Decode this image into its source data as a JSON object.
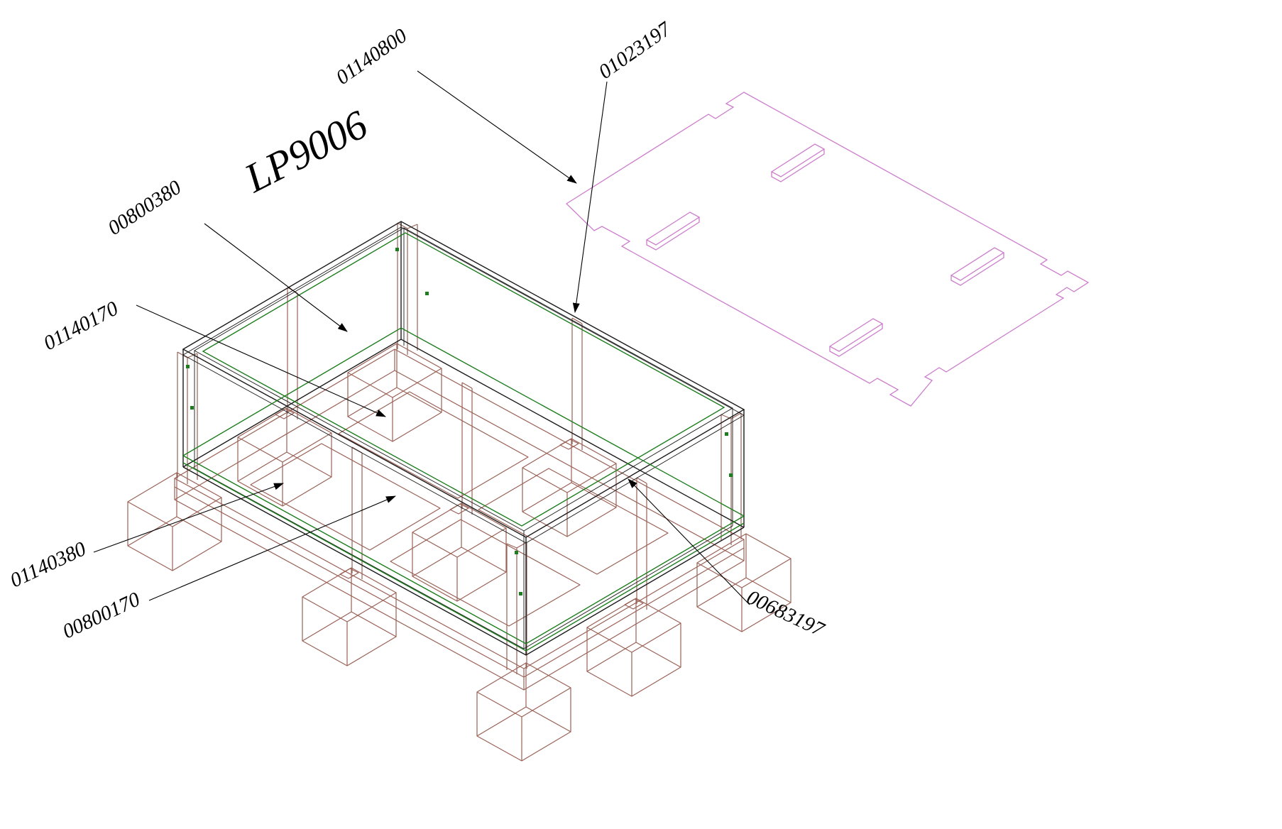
{
  "drawing": {
    "title": "LP9006",
    "part_numbers": {
      "top_left": "01140800",
      "top_center": "01023197",
      "upper_left": "00800380",
      "mid_left": "01140170",
      "lower_left": "01140380",
      "bottom_left": "00800170",
      "bottom_right": "00683197"
    },
    "colors": {
      "lid": "#cc7dcc",
      "sleeve": "#1a1a1a",
      "pallet_base": "#9a6257",
      "seal_strip": "#1e7d1e",
      "annotation": "#000000",
      "background": "#ffffff"
    }
  }
}
